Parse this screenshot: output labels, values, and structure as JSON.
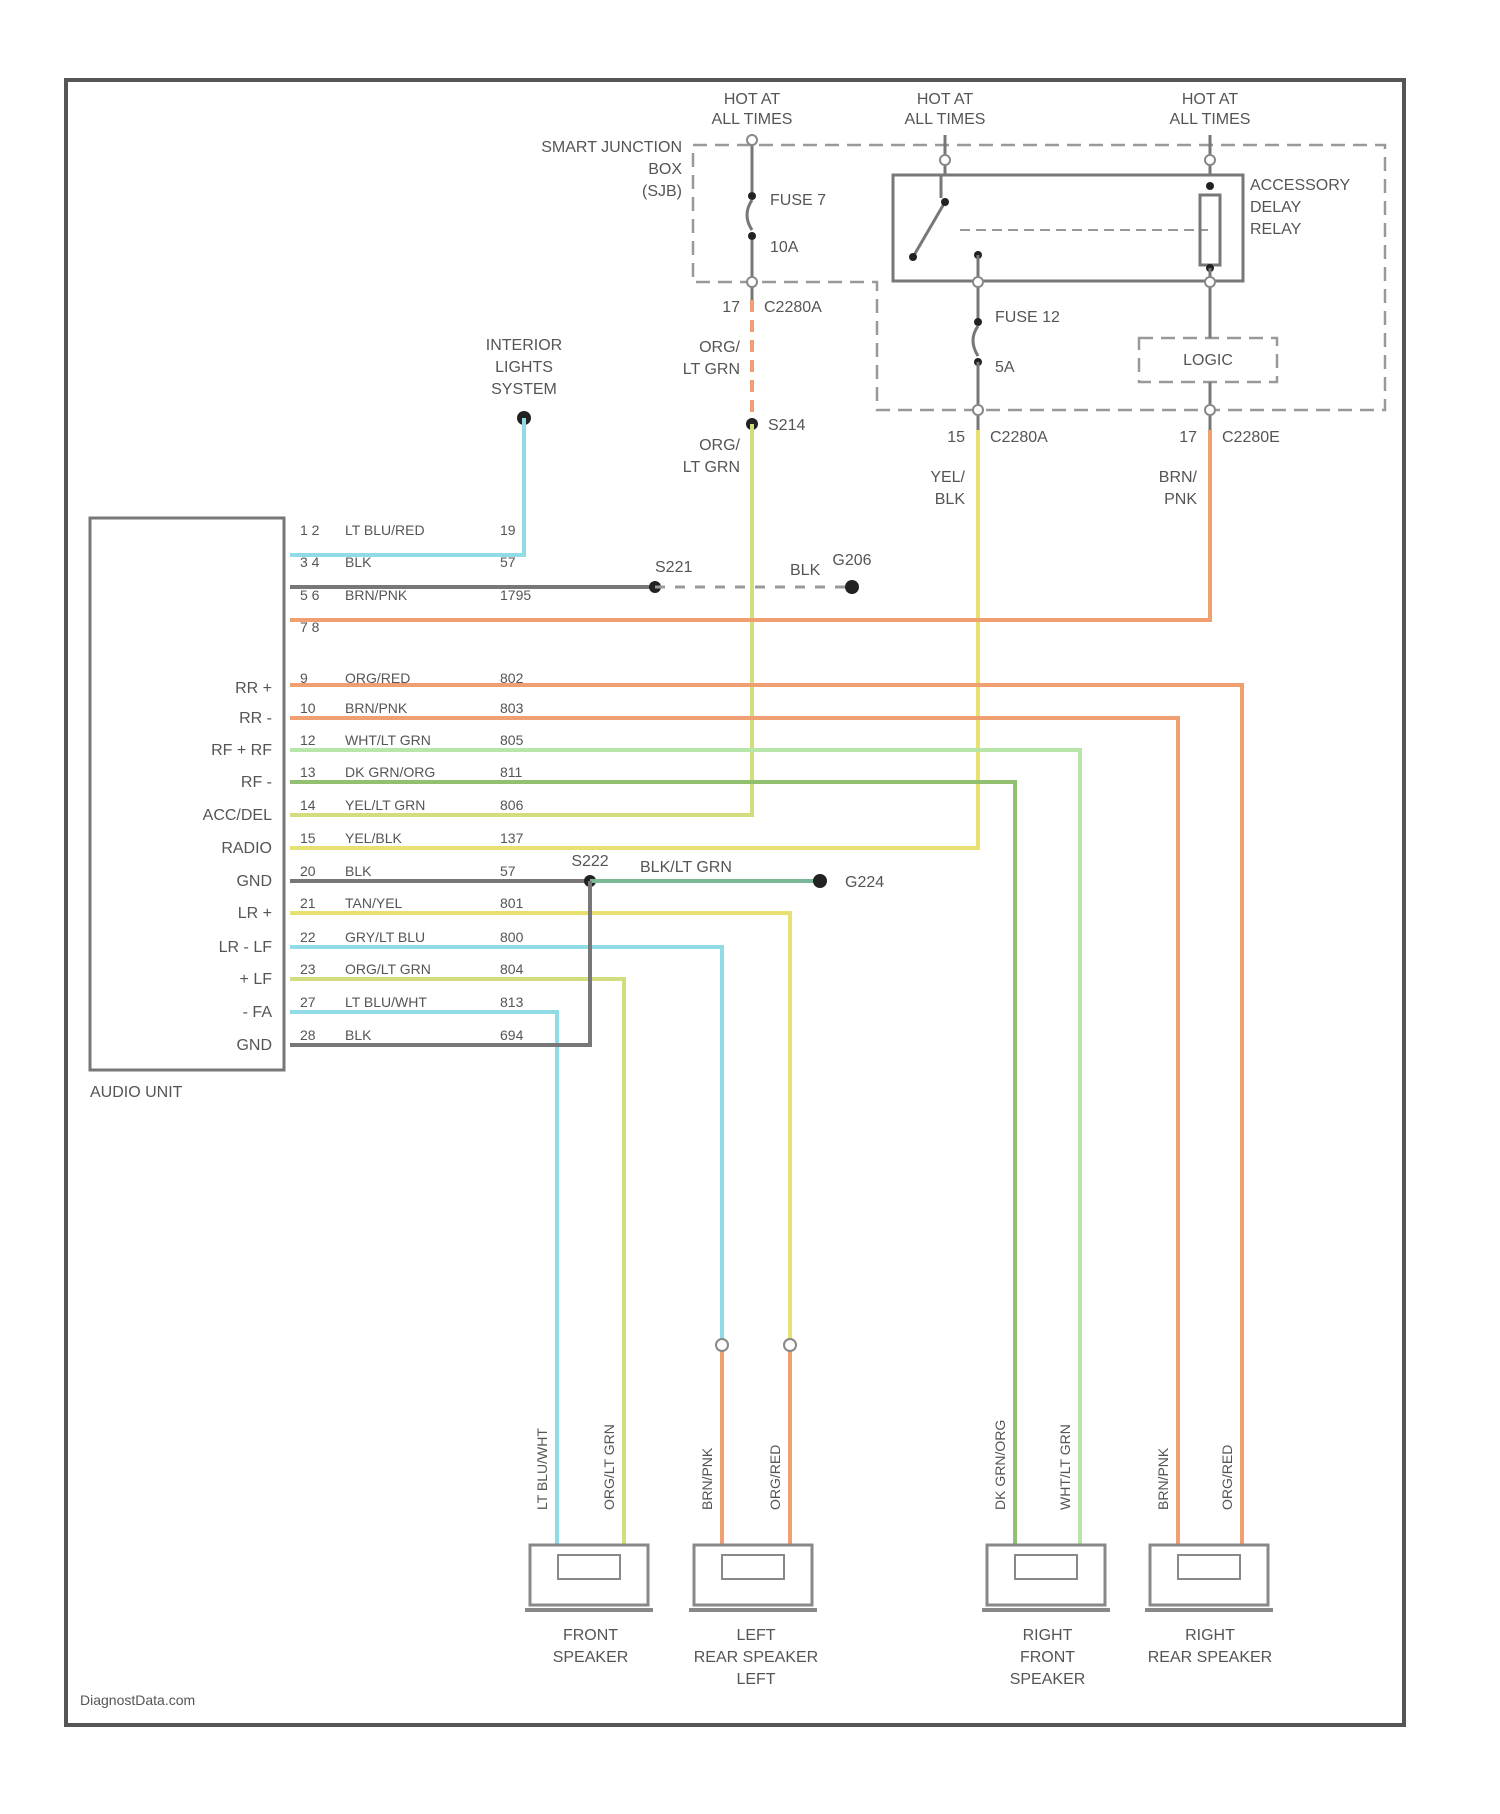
{
  "title": "",
  "footer": "DiagnostData.com",
  "colors": {
    "orange": "#f0a070",
    "yellow": "#e8e070",
    "cyan": "#90dce6",
    "lightgreen": "#b8e6a8",
    "green": "#90c070",
    "gray": "#666666",
    "darkgray": "#555555"
  },
  "power": {
    "hot1": "HOT AT\nALL TIMES",
    "hot2": "HOT AT\nALL TIMES",
    "hot3": "HOT AT\nALL TIMES",
    "sjb": "SMART JUNCTION\nBOX\n(SJB)",
    "fuse7": "FUSE 7",
    "fuse7_amp": "10A",
    "fuse12": "FUSE 12",
    "fuse12_amp": "5A",
    "relay": "ACCESSORY\nDELAY\nRELAY",
    "logic": "LOGIC",
    "conn1": "C2280A",
    "conn2": "C2280A",
    "conn3": "C2280E",
    "pin1": "17",
    "pin2": "15",
    "pin3": "17",
    "splice": "S214",
    "wire1a": "ORG/\nLT GRN",
    "wire1b": "ORG/\nLT GRN",
    "wire2": "YEL/\nBLK",
    "wire3": "BRN/\nPNK"
  },
  "interior": "INTERIOR\nLIGHTS\nSYSTEM",
  "audio_unit": {
    "label": "AUDIO UNIT",
    "pins": [
      {
        "side": "",
        "pin": "1 2",
        "wire": "LT BLU/RED",
        "circuit": "19"
      },
      {
        "side": "",
        "pin": "3 4",
        "wire": "BLK",
        "circuit": "57"
      },
      {
        "side": "",
        "pin": "5 6",
        "wire": "BRN/PNK",
        "circuit": "1795"
      },
      {
        "side": "",
        "pin": "7 8",
        "wire": "",
        "circuit": ""
      },
      {
        "side": "RR +",
        "pin": "9",
        "wire": "ORG/RED",
        "circuit": "802"
      },
      {
        "side": "RR -",
        "pin": "10",
        "wire": "BRN/PNK",
        "circuit": "803"
      },
      {
        "side": "RF + RF",
        "pin": "12",
        "wire": "WHT/LT GRN",
        "circuit": "805"
      },
      {
        "side": "RF -",
        "pin": "13",
        "wire": "DK GRN/ORG",
        "circuit": "811"
      },
      {
        "side": "ACC/DEL",
        "pin": "14",
        "wire": "YEL/LT GRN",
        "circuit": "806"
      },
      {
        "side": "RADIO",
        "pin": "15",
        "wire": "YEL/BLK",
        "circuit": "137"
      },
      {
        "side": "GND",
        "pin": "20",
        "wire": "BLK",
        "circuit": "57"
      },
      {
        "side": "LR +",
        "pin": "21",
        "wire": "TAN/YEL",
        "circuit": "801"
      },
      {
        "side": "LR - LF",
        "pin": "22",
        "wire": "GRY/LT BLU",
        "circuit": "800"
      },
      {
        "side": "+ LF",
        "pin": "23",
        "wire": "ORG/LT GRN",
        "circuit": "804"
      },
      {
        "side": "- FA",
        "pin": "27",
        "wire": "LT BLU/WHT",
        "circuit": "813"
      },
      {
        "side": "GND",
        "pin": "28",
        "wire": "BLK",
        "circuit": "694"
      }
    ]
  },
  "ground": {
    "s221": "S221",
    "g206": "G206",
    "blk": "BLK",
    "s222": "S222",
    "g224": "G224",
    "blk_ltgrn": "BLK/LT GRN"
  },
  "speakers": [
    {
      "label": "FRONT\nSPEAKER",
      "wire_a": "LT BLU/WHT",
      "wire_b": "ORG/LT GRN"
    },
    {
      "label": "LEFT\nREAR SPEAKER\nLEFT",
      "wire_a": "BRN/PNK",
      "wire_b": "ORG/RED"
    },
    {
      "label": "RIGHT\nFRONT\nSPEAKER",
      "wire_a": "DK GRN/ORG",
      "wire_b": "WHT/LT GRN"
    },
    {
      "label": "RIGHT\nREAR SPEAKER",
      "wire_a": "BRN/PNK",
      "wire_b": "ORG/RED"
    }
  ]
}
